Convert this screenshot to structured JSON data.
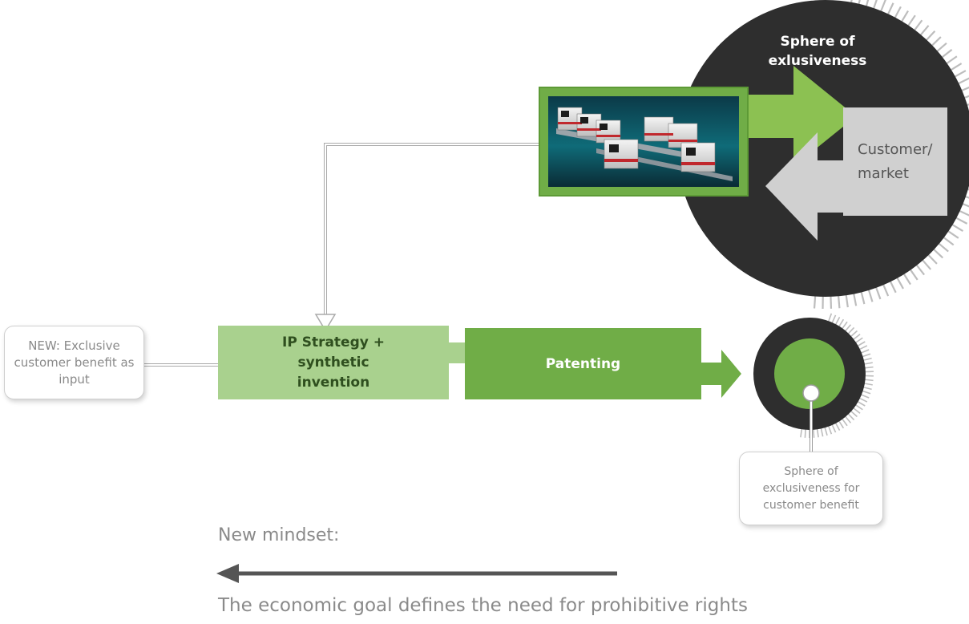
{
  "sphere": {
    "title": "Sphere of exlusiveness"
  },
  "customer_market": {
    "label": "Customer/ market"
  },
  "factory_image": {
    "description": "production line machines"
  },
  "input_box": {
    "label": "NEW: Exclusive customer benefit as input"
  },
  "ip_strategy": {
    "label": "IP Strategy + synthetic invention"
  },
  "patenting": {
    "label": "Patenting"
  },
  "small_sphere_box": {
    "label": "Sphere of exclusiveness for customer benefit"
  },
  "mindset": {
    "heading": "New mindset:",
    "statement": "The economic goal defines the need for prohibitive rights"
  },
  "colors": {
    "dark": "#2e2e2e",
    "green_light": "#a9d18e",
    "green_mid": "#70ad47",
    "green_bright": "#8cc152",
    "gray_box": "#d0d0d0",
    "text_gray": "#8a8a8a"
  }
}
